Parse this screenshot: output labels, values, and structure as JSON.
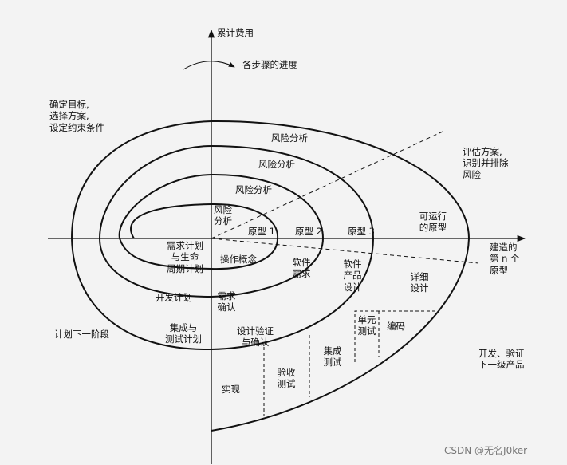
{
  "axes": {
    "y_axis_label": "累计费用",
    "x_axis_label": "建造的\n第 n 个\n原型",
    "progress_label": "各步骤的进度"
  },
  "quadrants": {
    "top_left": "确定目标,\n选择方案,\n设定约束条件",
    "top_right": "评估方案,\n识别并排除\n风险",
    "bottom_left": "计划下一阶段",
    "bottom_right": "开发、验证\n下一级产品"
  },
  "risk_analysis": {
    "outer": "风险分析",
    "second": "风险分析",
    "third": "风险分析",
    "inner": "风险\n分析"
  },
  "prototypes": {
    "p1": "原型 1",
    "p2": "原型 2",
    "p3": "原型 3",
    "operational": "可运行\n的原型"
  },
  "plans": {
    "requirements_plan": "需求计划\n与生命\n周期计划",
    "dev_plan": "开发计划",
    "integration_plan": "集成与\n测试计划"
  },
  "development": {
    "concept": "操作概念",
    "sw_requirements": "软件\n需求",
    "req_validation": "需求\n确认",
    "product_design": "软件\n产品\n设计",
    "design_validation": "设计验证\n与确认",
    "detailed_design": "详细\n设计",
    "coding": "编码",
    "unit_test": "单元\n测试",
    "integration_test": "集成\n测试",
    "acceptance_test": "验收\n测试",
    "implementation": "实现"
  },
  "watermark": "CSDN @无名J0ker"
}
